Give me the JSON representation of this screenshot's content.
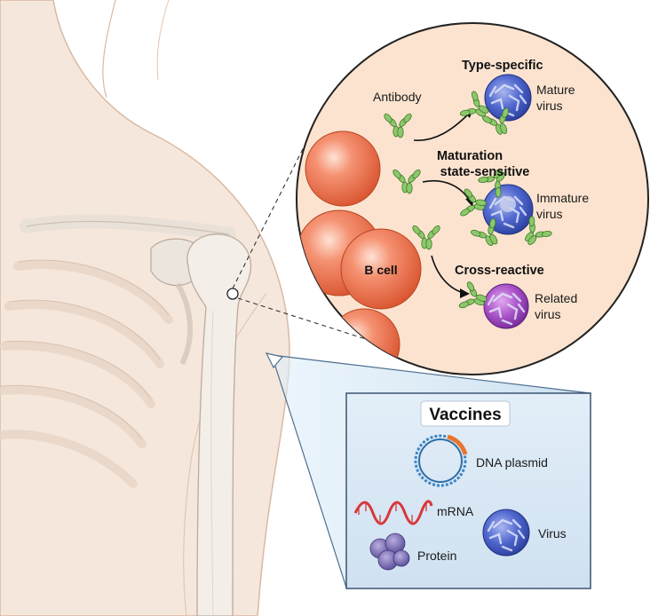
{
  "zoom": {
    "antibody_label": "Antibody",
    "type_specific_title": "Type-specific",
    "mature_virus_l1": "Mature",
    "mature_virus_l2": "virus",
    "maturation_title_l1": "Maturation",
    "maturation_title_l2": "state-sensitive",
    "immature_virus_l1": "Immature",
    "immature_virus_l2": "virus",
    "cross_reactive_title": "Cross-reactive",
    "related_virus_l1": "Related",
    "related_virus_l2": "virus",
    "b_cell_label": "B cell"
  },
  "vaccines": {
    "title": "Vaccines",
    "dna_plasmid": "DNA plasmid",
    "mrna": "mRNA",
    "protein": "Protein",
    "virus": "Virus"
  },
  "colors": {
    "circle_fill": "#fbe3cf",
    "b_cell": "#ef7a55",
    "antibody": "#8cc86a",
    "mature_virus": "#4a60c8",
    "related_virus": "#a04bc0",
    "box_fill": "#d6e6f3",
    "mrna": "#d9363a",
    "protein": "#7d6bb8",
    "dna_blue": "#3b86c6",
    "dna_orange": "#e8762e"
  }
}
